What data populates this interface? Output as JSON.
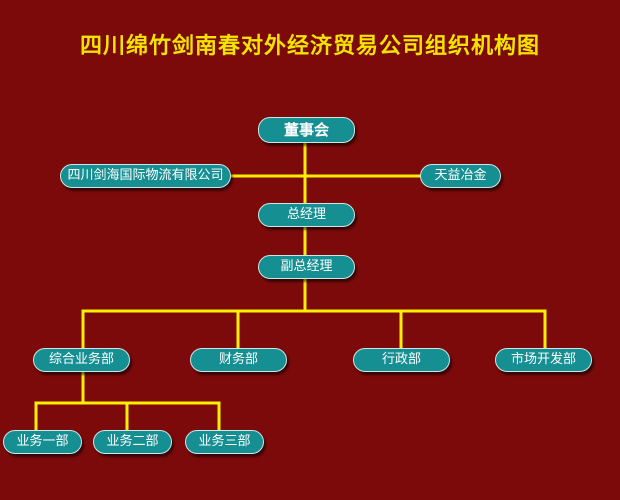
{
  "title": "四川绵竹剑南春对外经济贸易公司组织机构图",
  "colors": {
    "background": "#7c0a0a",
    "title": "#f2e300",
    "node_fill": "#168f93",
    "connector": "#ffef00",
    "node_text": "#ffffff"
  },
  "nodes": {
    "board": "董事会",
    "logistics": "四川剑海国际物流有限公司",
    "metallurgy": "天益冶金",
    "general_manager": "总经理",
    "deputy_manager": "副总经理",
    "general_affairs": "综合业务部",
    "finance": "财务部",
    "administration": "行政部",
    "market_development": "市场开发部",
    "business_dept_1": "业务一部",
    "business_dept_2": "业务二部",
    "business_dept_3": "业务三部"
  }
}
